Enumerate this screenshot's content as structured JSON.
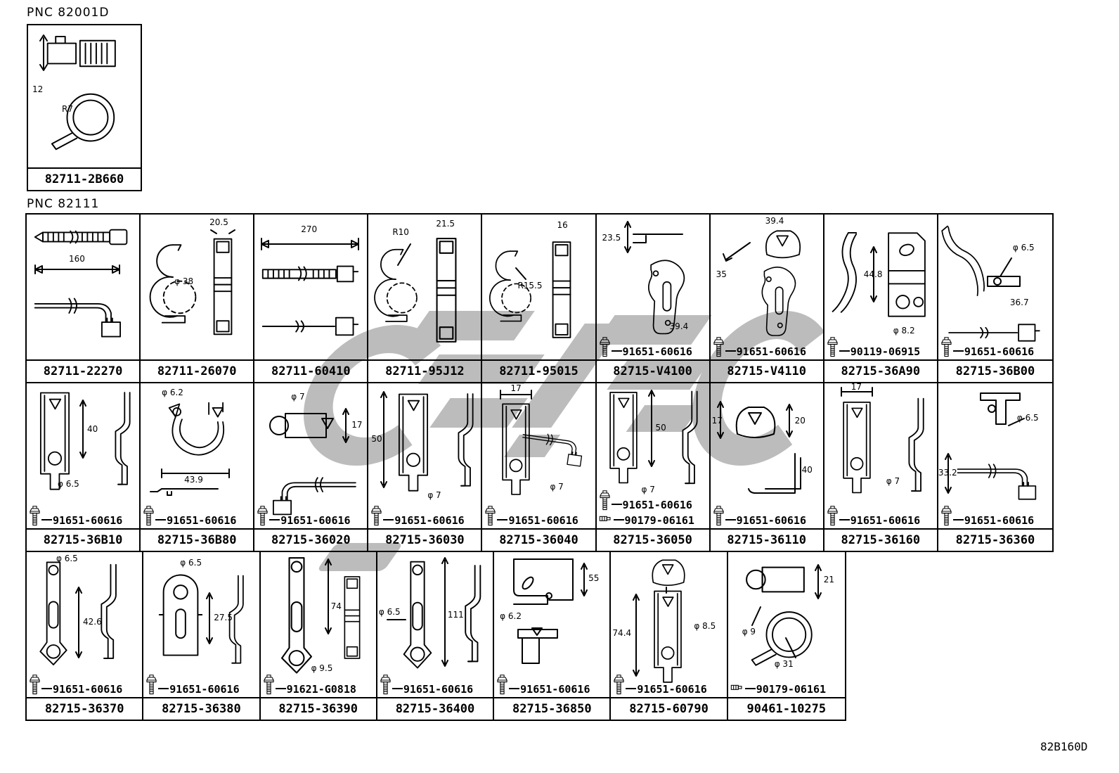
{
  "page": {
    "pnc_top_label": "PNC 82001D",
    "pnc_main_label": "PNC 82111",
    "doc_code": "82B160D",
    "colors": {
      "line": "#000000",
      "background": "#ffffff",
      "watermark": "#bcbcbc"
    },
    "icons": [
      "bolt-icon",
      "nut-icon"
    ]
  },
  "top_box": {
    "part": "82711-2B660",
    "dims": [
      "12",
      "R7"
    ]
  },
  "rows": [
    {
      "cells": [
        {
          "part": "82711-22270",
          "dims": [
            "160"
          ],
          "fasteners": []
        },
        {
          "part": "82711-26070",
          "dims": [
            "20.5",
            "φ 38"
          ],
          "fasteners": []
        },
        {
          "part": "82711-60410",
          "dims": [
            "270"
          ],
          "fasteners": []
        },
        {
          "part": "82711-95J12",
          "dims": [
            "R10",
            "21.5"
          ],
          "fasteners": []
        },
        {
          "part": "82711-95015",
          "dims": [
            "16",
            "R15.5"
          ],
          "fasteners": []
        },
        {
          "part": "82715-V4100",
          "dims": [
            "23.5",
            "39.4"
          ],
          "fasteners": [
            {
              "icon": "bolt-icon",
              "num": "91651-60616"
            }
          ]
        },
        {
          "part": "82715-V4110",
          "dims": [
            "39.4",
            "35"
          ],
          "fasteners": [
            {
              "icon": "bolt-icon",
              "num": "91651-60616"
            }
          ]
        },
        {
          "part": "82715-36A90",
          "dims": [
            "44.8",
            "φ 8.2"
          ],
          "fasteners": [
            {
              "icon": "bolt-icon",
              "num": "90119-06915"
            }
          ]
        },
        {
          "part": "82715-36B00",
          "dims": [
            "φ 6.5",
            "36.7"
          ],
          "fasteners": [
            {
              "icon": "bolt-icon",
              "num": "91651-60616"
            }
          ]
        }
      ]
    },
    {
      "cells": [
        {
          "part": "82715-36B10",
          "dims": [
            "40",
            "φ 6.5"
          ],
          "fasteners": [
            {
              "icon": "bolt-icon",
              "num": "91651-60616"
            }
          ]
        },
        {
          "part": "82715-36B80",
          "dims": [
            "φ 6.2",
            "43.9"
          ],
          "fasteners": [
            {
              "icon": "bolt-icon",
              "num": "91651-60616"
            }
          ]
        },
        {
          "part": "82715-36020",
          "dims": [
            "φ 7",
            "17"
          ],
          "fasteners": [
            {
              "icon": "bolt-icon",
              "num": "91651-60616"
            }
          ]
        },
        {
          "part": "82715-36030",
          "dims": [
            "50",
            "φ 7"
          ],
          "fasteners": [
            {
              "icon": "bolt-icon",
              "num": "91651-60616"
            }
          ]
        },
        {
          "part": "82715-36040",
          "dims": [
            "17",
            "φ 7"
          ],
          "fasteners": [
            {
              "icon": "bolt-icon",
              "num": "91651-60616"
            }
          ]
        },
        {
          "part": "82715-36050",
          "dims": [
            "50",
            "φ 7"
          ],
          "fasteners": [
            {
              "icon": "bolt-icon",
              "num": "91651-60616"
            },
            {
              "icon": "nut-icon",
              "num": "90179-06161"
            }
          ]
        },
        {
          "part": "82715-36110",
          "dims": [
            "17",
            "20",
            "40"
          ],
          "fasteners": [
            {
              "icon": "bolt-icon",
              "num": "91651-60616"
            }
          ]
        },
        {
          "part": "82715-36160",
          "dims": [
            "17",
            "φ 7"
          ],
          "fasteners": [
            {
              "icon": "bolt-icon",
              "num": "91651-60616"
            }
          ]
        },
        {
          "part": "82715-36360",
          "dims": [
            "φ 6.5",
            "33.2"
          ],
          "fasteners": [
            {
              "icon": "bolt-icon",
              "num": "91651-60616"
            }
          ]
        }
      ]
    },
    {
      "cells": [
        {
          "part": "82715-36370",
          "dims": [
            "φ 6.5",
            "42.6"
          ],
          "fasteners": [
            {
              "icon": "bolt-icon",
              "num": "91651-60616"
            }
          ]
        },
        {
          "part": "82715-36380",
          "dims": [
            "φ 6.5",
            "27.5"
          ],
          "fasteners": [
            {
              "icon": "bolt-icon",
              "num": "91651-60616"
            }
          ]
        },
        {
          "part": "82715-36390",
          "dims": [
            "74",
            "φ 9.5"
          ],
          "fasteners": [
            {
              "icon": "bolt-icon",
              "num": "91621-G0818"
            }
          ]
        },
        {
          "part": "82715-36400",
          "dims": [
            "φ 6.5",
            "111"
          ],
          "fasteners": [
            {
              "icon": "bolt-icon",
              "num": "91651-60616"
            }
          ]
        },
        {
          "part": "82715-36850",
          "dims": [
            "55",
            "φ 6.2"
          ],
          "fasteners": [
            {
              "icon": "bolt-icon",
              "num": "91651-60616"
            }
          ]
        },
        {
          "part": "82715-60790",
          "dims": [
            "74.4",
            "φ 8.5"
          ],
          "fasteners": [
            {
              "icon": "bolt-icon",
              "num": "91651-60616"
            }
          ]
        },
        {
          "part": "90461-10275",
          "dims": [
            "21",
            "φ 9",
            "φ 31"
          ],
          "fasteners": [
            {
              "icon": "nut-icon",
              "num": "90179-06161"
            }
          ]
        }
      ]
    }
  ]
}
